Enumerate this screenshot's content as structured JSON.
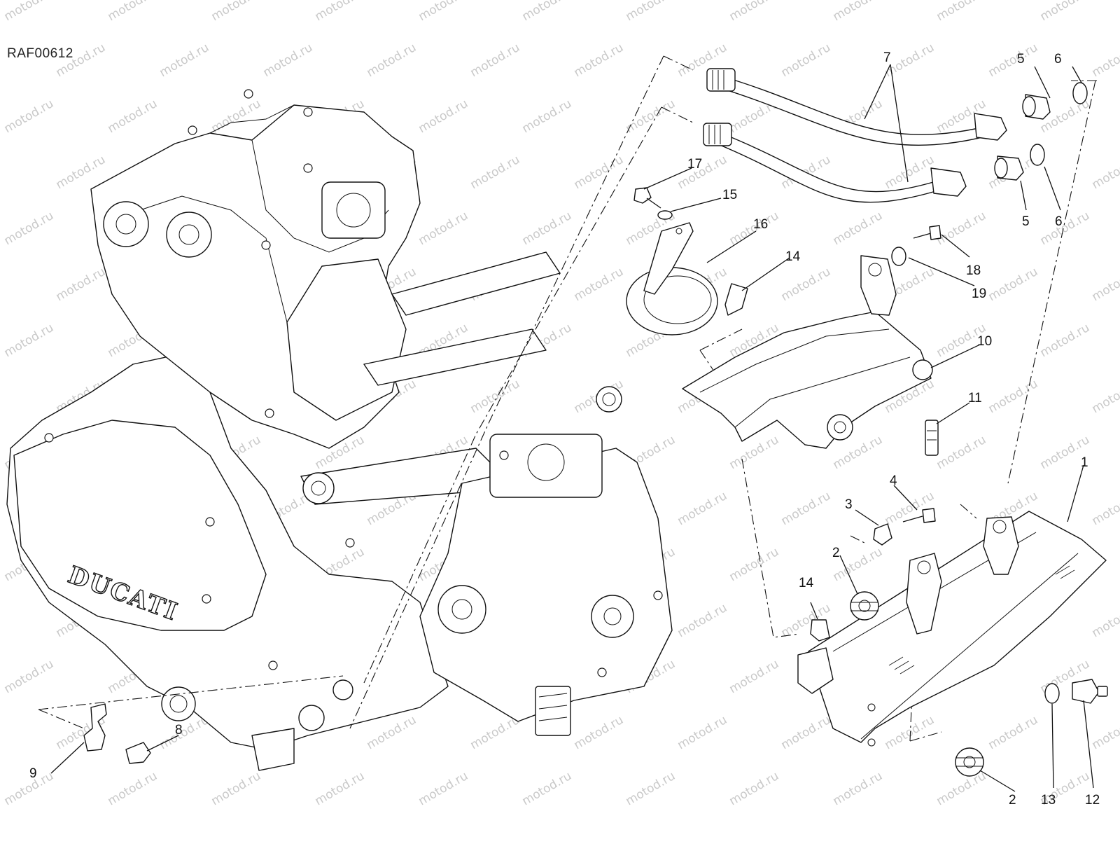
{
  "diagram": {
    "code": "RAF00612",
    "watermark": "motod.ru",
    "engine_logo": "DUCATI",
    "callouts": {
      "c1": "1",
      "c2a": "2",
      "c2b": "2",
      "c3": "3",
      "c4": "4",
      "c5a": "5",
      "c5b": "5",
      "c6a": "6",
      "c6b": "6",
      "c7": "7",
      "c8": "8",
      "c9": "9",
      "c10": "10",
      "c11": "11",
      "c12": "12",
      "c13": "13",
      "c14a": "14",
      "c14b": "14",
      "c15": "15",
      "c16": "16",
      "c17": "17",
      "c18": "18",
      "c19": "19"
    }
  }
}
